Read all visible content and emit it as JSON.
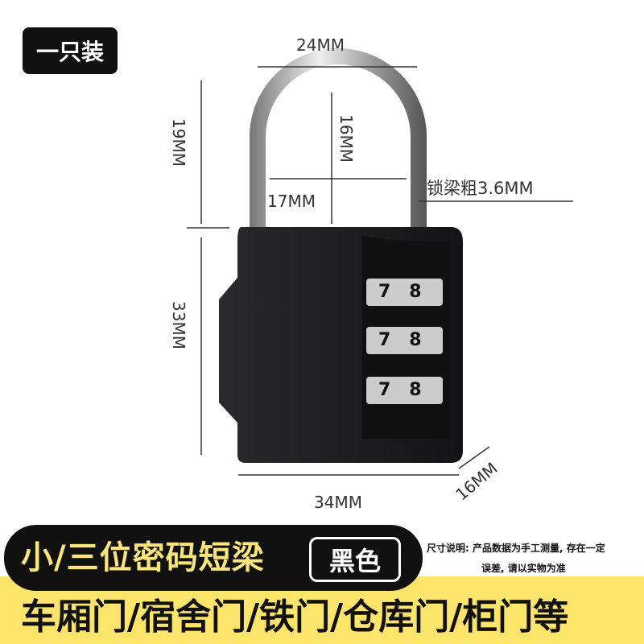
{
  "badge": "一只装",
  "dimensions": {
    "shackle_width": "24MM",
    "shackle_inner_height": "16MM",
    "shackle_height": "19MM",
    "inner_width": "17MM",
    "shackle_thickness": "锁梁粗3.6MM",
    "body_height": "33MM",
    "body_width": "34MM",
    "body_depth": "16MM"
  },
  "dials": [
    {
      "digits": [
        "7",
        "8"
      ]
    },
    {
      "digits": [
        "7",
        "8"
      ]
    },
    {
      "digits": [
        "7",
        "8"
      ]
    }
  ],
  "product_title": "小/三位密码短梁",
  "color_tag": "黑色",
  "note_line1": "尺寸说明: 产品数据为手工测量, 存在一定",
  "note_line2": "误差, 请以实物为准",
  "uses": "车厢门/宿舍门/铁门/仓库门/柜门等",
  "colors": {
    "yellow": "#fde46b",
    "title": "#fbe57a",
    "lock": "#1c1c1e"
  }
}
